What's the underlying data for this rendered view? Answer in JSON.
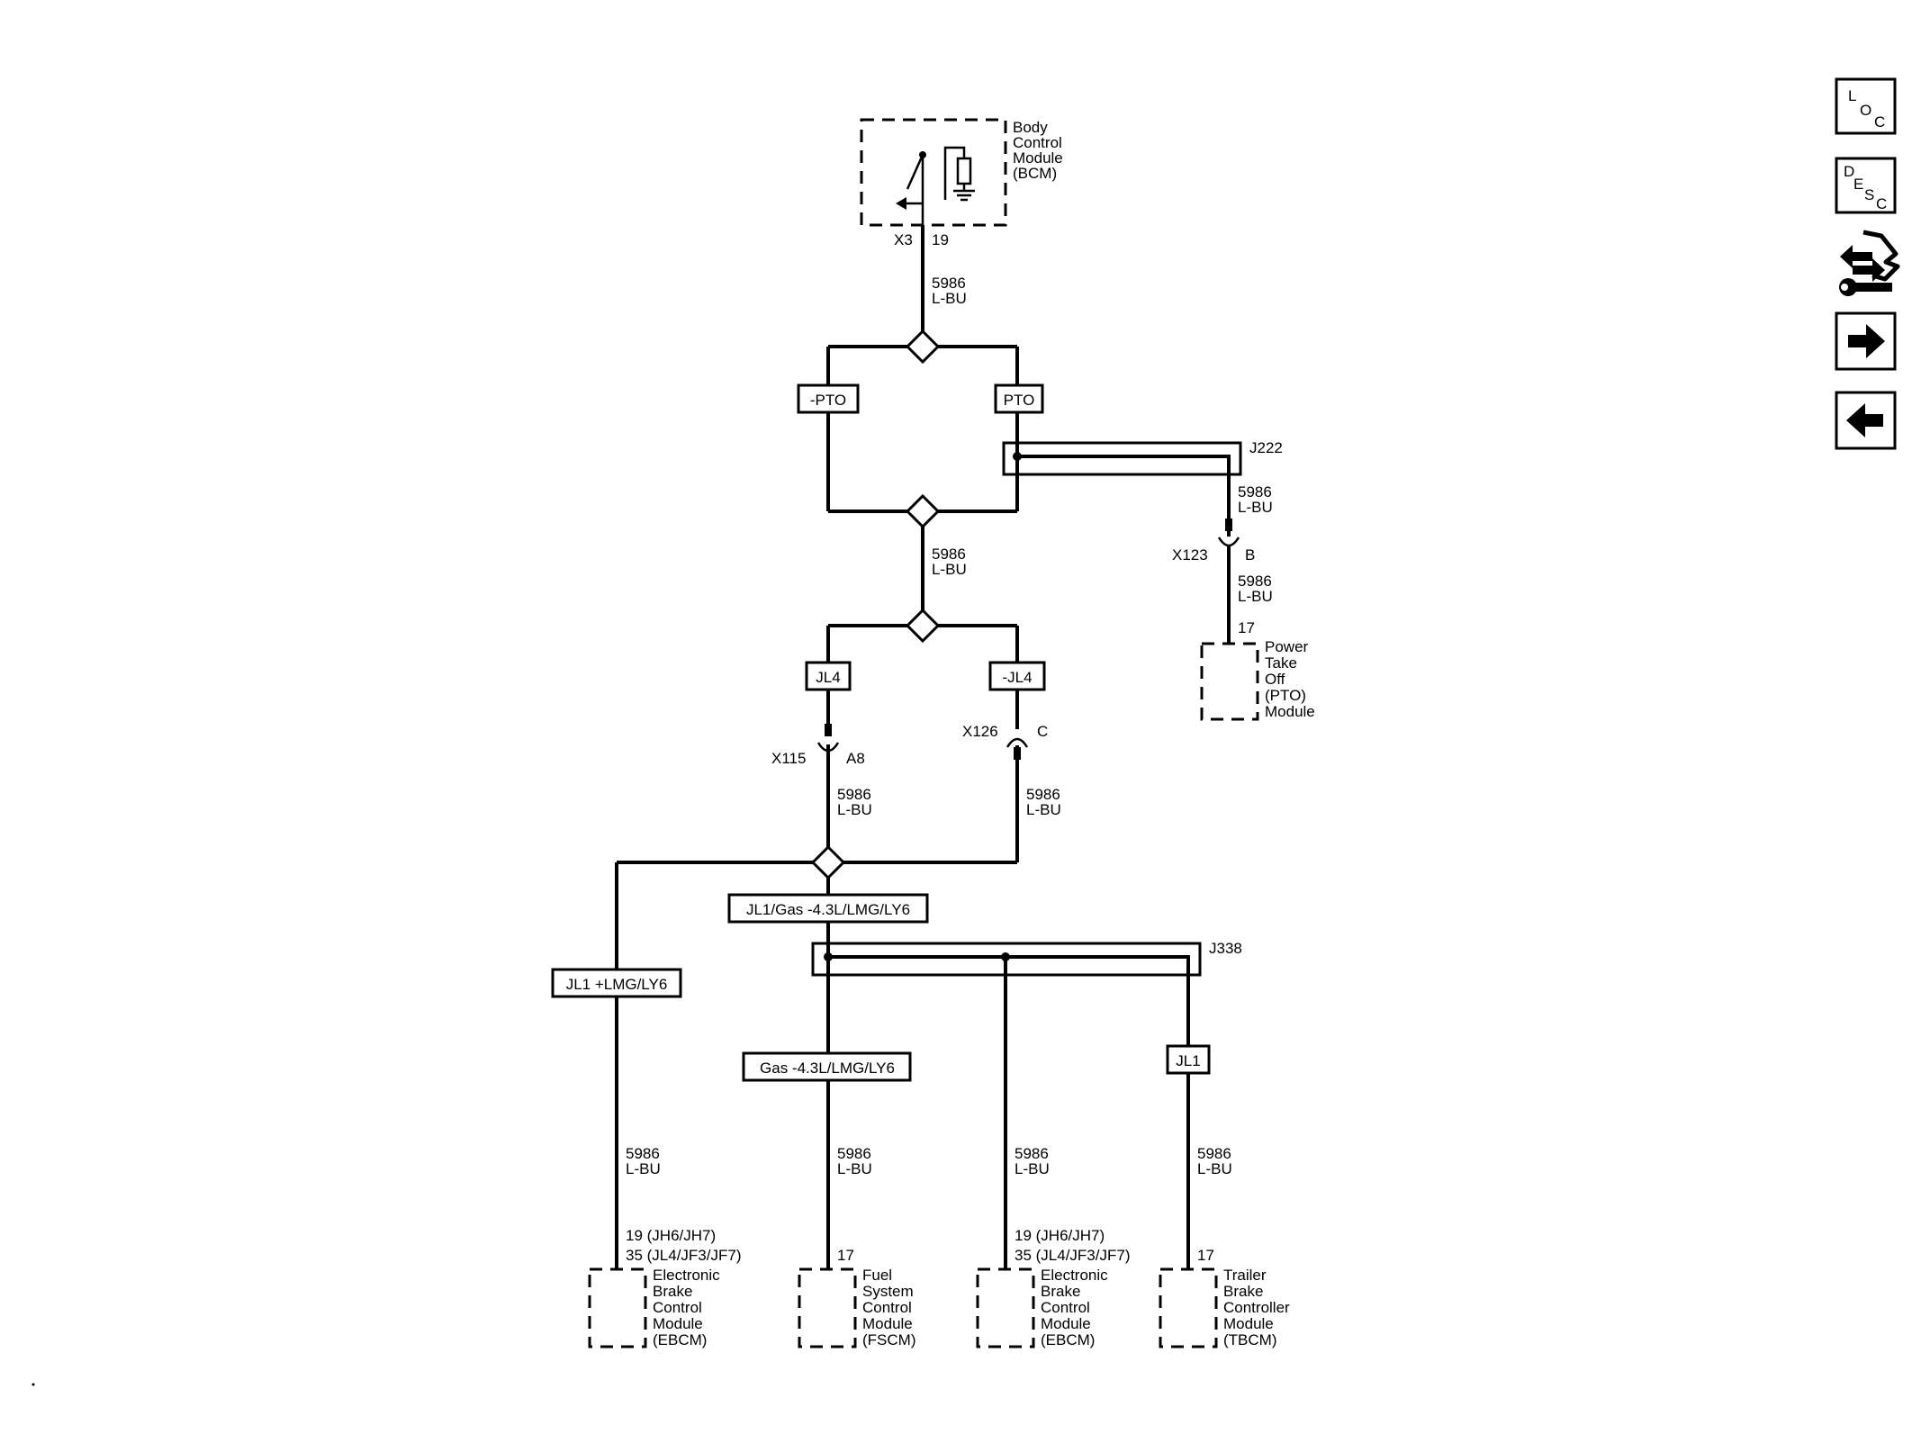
{
  "modules": {
    "bcm": {
      "name_lines": [
        "Body",
        "Control",
        "Module",
        "(BCM)"
      ],
      "connector": "X3",
      "pin": "19"
    },
    "pto": {
      "name_lines": [
        "Power",
        "Take",
        "Off",
        "(PTO)",
        "Module"
      ],
      "pin": "17"
    },
    "ebcm1": {
      "name_lines": [
        "Electronic",
        "Brake",
        "Control",
        "Module",
        "(EBCM)"
      ],
      "pin_lines": [
        "19 (JH6/JH7)",
        "35 (JL4/JF3/JF7)"
      ]
    },
    "fscm": {
      "name_lines": [
        "Fuel",
        "System",
        "Control",
        "Module",
        "(FSCM)"
      ],
      "pin": "17"
    },
    "ebcm2": {
      "name_lines": [
        "Electronic",
        "Brake",
        "Control",
        "Module",
        "(EBCM)"
      ],
      "pin_lines": [
        "19 (JH6/JH7)",
        "35 (JL4/JF3/JF7)"
      ]
    },
    "tbcm": {
      "name_lines": [
        "Trailer",
        "Brake",
        "Controller",
        "Module",
        "(TBCM)"
      ],
      "pin": "17"
    }
  },
  "wire": {
    "circuit": "5986",
    "color": "L-BU"
  },
  "options": {
    "no_pto": "-PTO",
    "pto": "PTO",
    "jl4": "JL4",
    "no_jl4": "-JL4",
    "jl1_gas": "JL1/Gas -4.3L/LMG/LY6",
    "jl1_plus": "JL1 +LMG/LY6",
    "gas": "Gas -4.3L/LMG/LY6",
    "jl1": "JL1"
  },
  "splices": {
    "j222": "J222",
    "j338": "J338"
  },
  "connectors": {
    "x123": {
      "name": "X123",
      "pin": "B"
    },
    "x115": {
      "name": "X115",
      "pin": "A8"
    },
    "x126": {
      "name": "X126",
      "pin": "C"
    }
  },
  "nav": {
    "loc_letters": [
      "L",
      "O",
      "C"
    ],
    "desc_letters": [
      "D",
      "E",
      "S",
      "C"
    ],
    "icons": [
      "swap-wrench-icon",
      "arrow-right-icon",
      "arrow-left-icon"
    ]
  }
}
